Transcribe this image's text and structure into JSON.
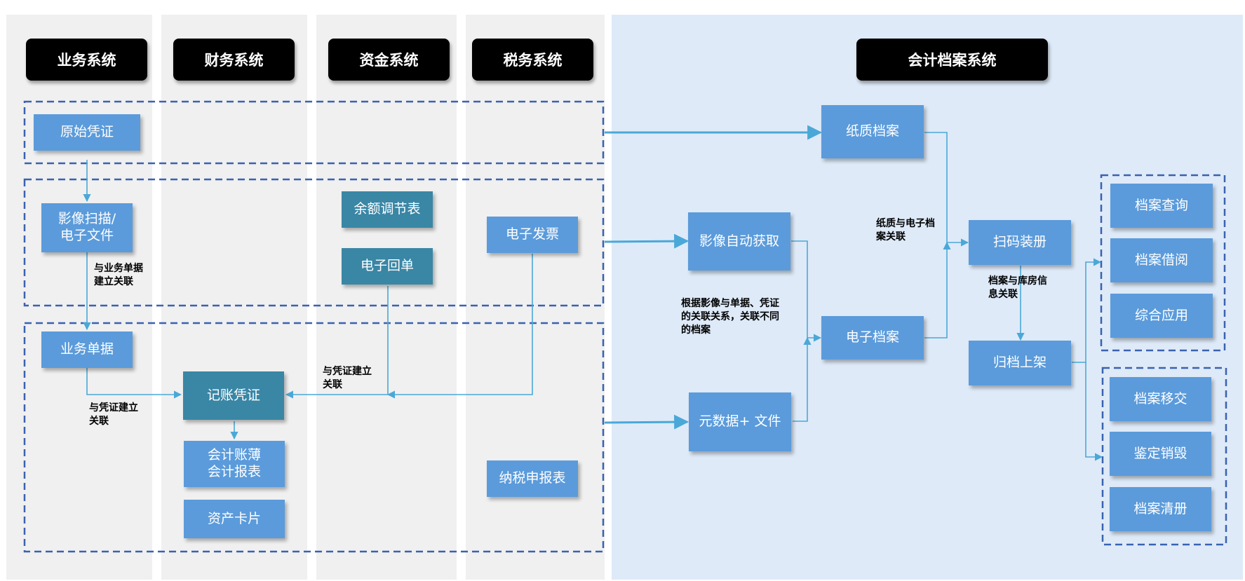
{
  "headers": {
    "business": "业务系统",
    "finance": "财务系统",
    "funds": "资金系统",
    "tax": "税务系统",
    "archive": "会计档案系统"
  },
  "nodes": {
    "original_voucher": "原始凭证",
    "image_scan": "影像扫描/\n电子文件",
    "business_doc": "业务单据",
    "accounting_voucher": "记账凭证",
    "ledger_report": "会计账薄\n会计报表",
    "asset_card": "资产卡片",
    "balance_reconciliation": "余额调节表",
    "electronic_receipt": "电子回单",
    "electronic_invoice": "电子发票",
    "tax_declaration": "纳税申报表",
    "paper_archive": "纸质档案",
    "image_auto_fetch": "影像自动获取",
    "metadata_file": "元数据+ 文件",
    "electronic_archive": "电子档案",
    "scan_binding": "扫码装册",
    "archive_shelving": "归档上架",
    "archive_query": "档案查询",
    "archive_borrow": "档案借阅",
    "integrated_app": "综合应用",
    "archive_transfer": "档案移交",
    "appraisal_destroy": "鉴定销毁",
    "archive_list": "档案清册"
  },
  "labels": {
    "link_business_doc": "与业务单据\n建立关联",
    "link_voucher_left": "与凭证建立\n关联",
    "link_voucher_mid": "与凭证建立\n关联",
    "link_by_image": "根据影像与单据、凭证\n的关联关系，关联不同\n的档案",
    "paper_electronic_link": "纸质与电子档\n案关联",
    "archive_warehouse_link": "档案与库房信\n息关联"
  },
  "colors": {
    "light_node": "#5b9bdb",
    "dark_node": "#3a86a5",
    "connector": "#4aa8d8",
    "dashed_border": "#3a62b0",
    "gray_lane": "#f0f0f0",
    "blue_lane": "#deeaf8"
  }
}
